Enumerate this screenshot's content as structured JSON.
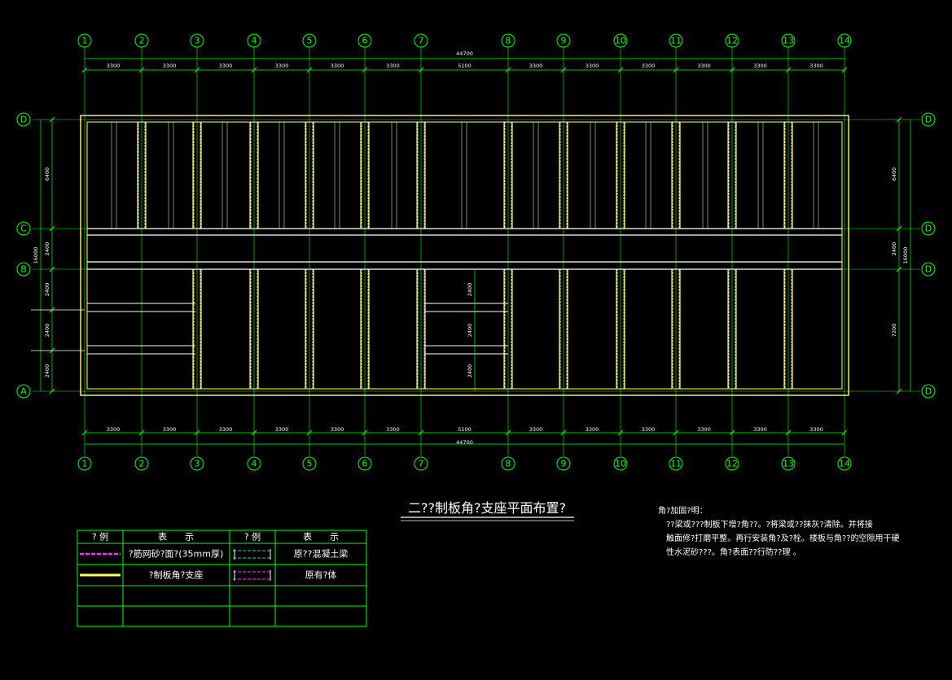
{
  "drawing": {
    "title": "二??制板角?支座平面布置?",
    "columns": [
      "1",
      "2",
      "3",
      "4",
      "5",
      "6",
      "7",
      "8",
      "9",
      "10",
      "11",
      "12",
      "13",
      "14"
    ],
    "spans": [
      "3300",
      "3300",
      "3300",
      "3300",
      "3300",
      "3300",
      "5100",
      "3300",
      "3300",
      "3300",
      "3300",
      "3300",
      "3300"
    ],
    "total_length": "44700",
    "left_rows": [
      "D",
      "C",
      "B",
      "A"
    ],
    "right_rows": [
      "D",
      "D",
      "D",
      "D"
    ],
    "left_dims": [
      "6400",
      "2400",
      "2400",
      "2400",
      "2400"
    ],
    "left_total": "16000",
    "right_dims": [
      "6400",
      "2400",
      "7200"
    ],
    "right_total": "16000",
    "inner_dims": [
      "2400",
      "2400",
      "2400"
    ]
  },
  "legend": {
    "headers": [
      "? 例",
      "表　　示",
      "? 例",
      "表　　示"
    ],
    "rows": [
      {
        "desc1": "?筋网砂?面?(35mm厚)",
        "desc2": "原??混凝土梁"
      },
      {
        "desc1": "?制板角?支座",
        "desc2": "原有?体"
      }
    ]
  },
  "notes": {
    "heading": "角?加固?明：",
    "lines": [
      "??梁或???制板下增?角??。?将梁或??抹灰?清除。并将接",
      "触面修?打磨平整。再行安装角?及?栓。楼板与角??的空隙用干硬",
      "性水泥砂???。角?表面??行防??理 。"
    ]
  },
  "colors": {
    "background": "#000000",
    "axis": "#00ff00",
    "wall": "#ffff66",
    "beam": "#ffffff",
    "magenta": "#ff33ff",
    "cyan": "#33cccc"
  }
}
